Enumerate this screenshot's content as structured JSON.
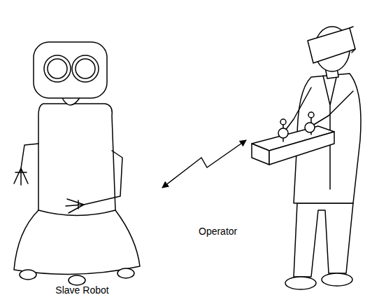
{
  "diagram": {
    "nodes": [
      {
        "text": [
          "Slave Robot"
        ]
      },
      {
        "text": [
          "Operator"
        ]
      }
    ],
    "edges": [
      {
        "from": 0,
        "to": 1,
        "arrow": "both"
      }
    ]
  }
}
